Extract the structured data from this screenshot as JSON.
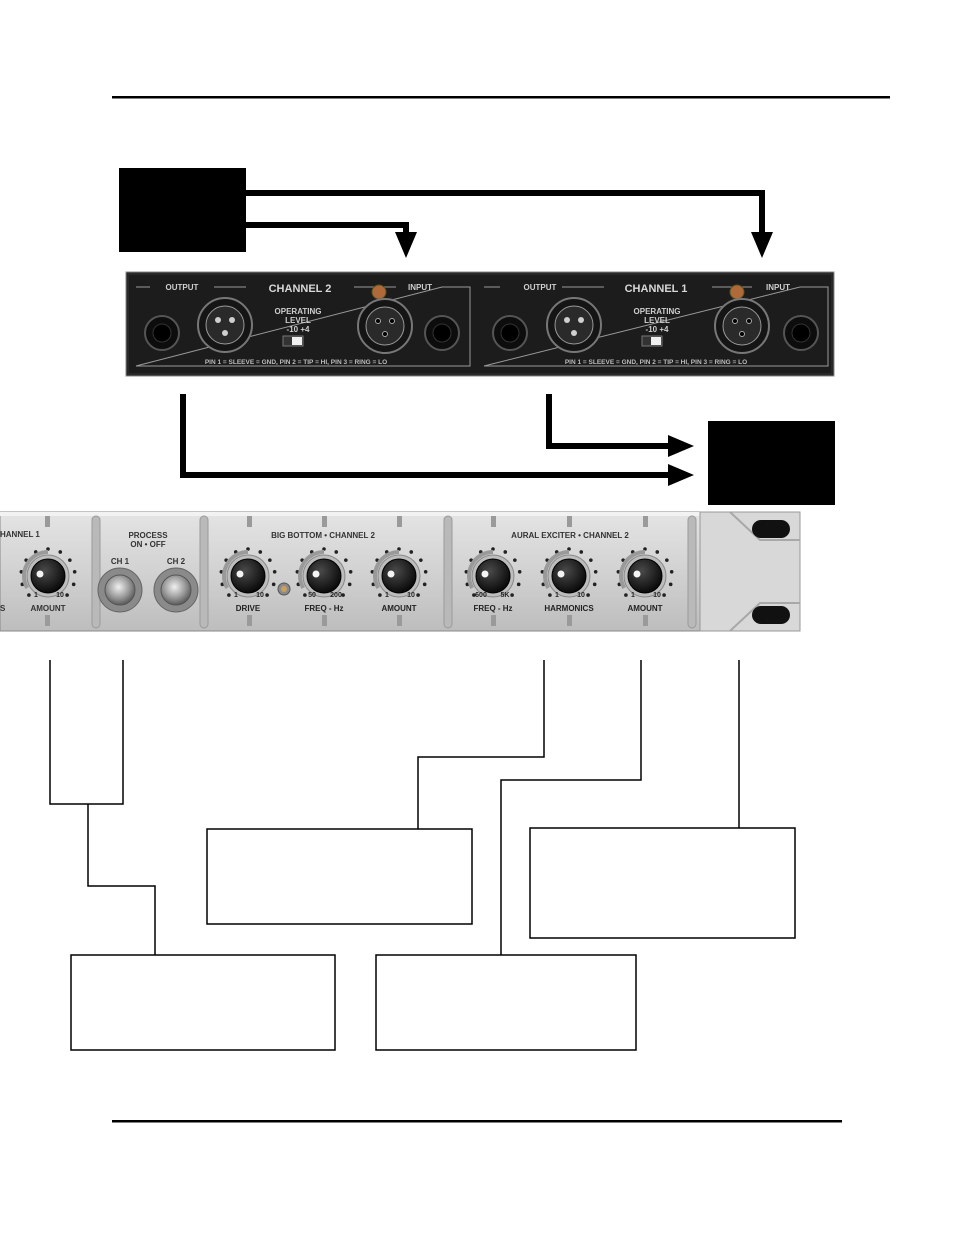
{
  "rear_panel": {
    "channel2": {
      "title": "CHANNEL 2",
      "output_label": "OUTPUT",
      "input_label": "INPUT",
      "operating_level": [
        "OPERATING",
        "LEVEL"
      ],
      "level_values": "-10  +4",
      "pin_legend": "PIN 1 = SLEEVE = GND, PIN 2 = TIP = HI, PIN 3 = RING = LO"
    },
    "channel1": {
      "title": "CHANNEL 1",
      "output_label": "OUTPUT",
      "input_label": "INPUT",
      "operating_level": [
        "OPERATING",
        "LEVEL"
      ],
      "level_values": "-10  +4",
      "pin_legend": "PIN 1 = SLEEVE = GND, PIN 2 = TIP = HI, PIN 3 = RING = LO"
    }
  },
  "front_panel": {
    "channel1_fragment": "HANNEL 1",
    "amount_left": "AMOUNT",
    "s_fragment": "S",
    "process": {
      "title": "PROCESS",
      "subtitle": "ON • OFF",
      "ch1": "CH 1",
      "ch2": "CH 2"
    },
    "big_bottom": {
      "title": "BIG BOTTOM • CHANNEL 2",
      "knobs": [
        {
          "label": "DRIVE",
          "min": "1",
          "max": "10"
        },
        {
          "label": "FREQ - Hz",
          "min": "50",
          "max": "200"
        },
        {
          "label": "AMOUNT",
          "min": "1",
          "max": "10"
        }
      ]
    },
    "aural_exciter": {
      "title": "AURAL EXCITER • CHANNEL 2",
      "knobs": [
        {
          "label": "FREQ - Hz",
          "min": "600",
          "max": "5K"
        },
        {
          "label": "HARMONICS",
          "min": "1",
          "max": "10"
        },
        {
          "label": "AMOUNT",
          "min": "1",
          "max": "10"
        }
      ]
    }
  },
  "colors": {
    "rear_panel": "#1c1c1c",
    "front_panel": "#d4d4d4",
    "arrow": "#000000"
  }
}
